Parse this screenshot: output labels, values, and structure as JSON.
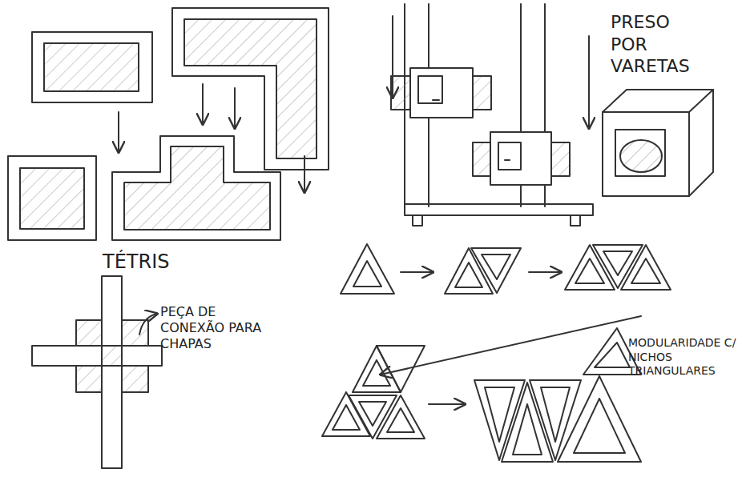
{
  "diagram": {
    "labels": [
      "TÉTRIS",
      "PRESO POR VARETAS",
      "PEÇA DE CONEXÃO PARA CHAPAS",
      "MODULARIDADE C/ NICHOS TRIANGULARES"
    ]
  }
}
